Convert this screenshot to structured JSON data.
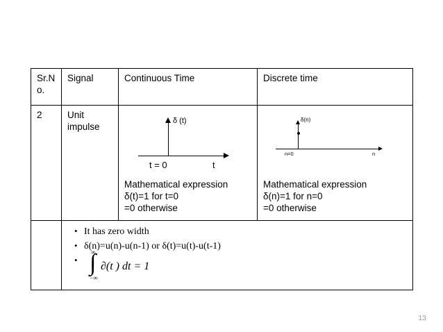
{
  "slide": {
    "page_number": "13"
  },
  "table": {
    "headers": {
      "sr_no": "Sr.N\no.",
      "signal": "Signal",
      "continuous": "Continuous Time",
      "discrete": "Discrete time"
    },
    "row": {
      "sr_no": "2",
      "signal": "Unit\nimpulse",
      "continuous": {
        "diagram": {
          "y_label": "δ (t)",
          "origin_label": "t = 0",
          "x_label": "t"
        },
        "math_title": "Mathematical expression",
        "math_line1": "δ(t)=1      for t=0",
        "math_line2": "     =0      otherwise"
      },
      "discrete": {
        "diagram": {
          "y_label": "δ(n)",
          "origin_label": "n=0",
          "x_label": "n"
        },
        "math_title": "Mathematical expression",
        "math_line1": "δ(n)=1    for n=0",
        "math_line2": "    =0    otherwise"
      }
    },
    "notes": {
      "bullet1": "It has zero width",
      "bullet2": "δ(n)=u(n)-u(n-1) or δ(t)=u(t)-u(t-1)",
      "integral": {
        "sign": "∫",
        "upper_limit": "∞",
        "lower_limit": "−∞",
        "body": "∂(t ) dt = 1"
      }
    }
  }
}
